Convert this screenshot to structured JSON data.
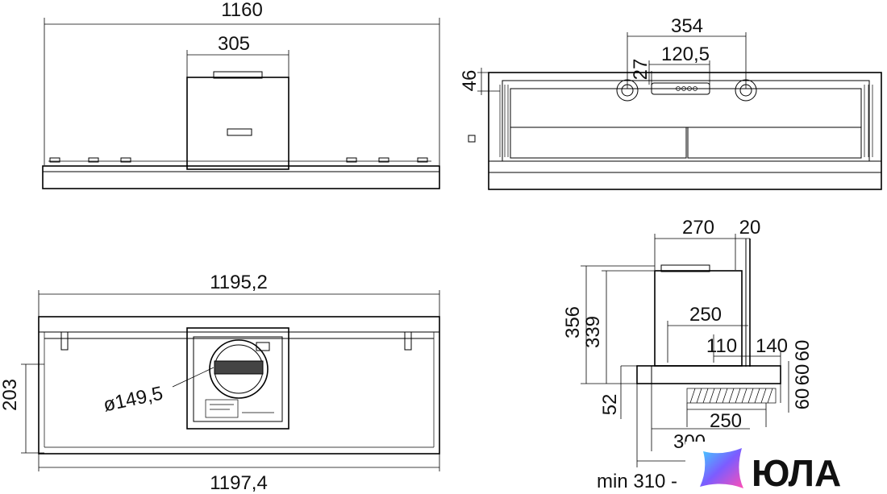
{
  "top_view": {
    "width_overall": "1160",
    "width_motor": "305"
  },
  "front_view": {
    "width_inner": "354",
    "width_control": "120,5",
    "height_left": "46",
    "height_control": "27"
  },
  "bottom_view": {
    "width_top": "1195,2",
    "width_bottom": "1197,4",
    "duct_diameter": "ø149,5",
    "height_side": "203"
  },
  "side_view": {
    "depth_motor": "270",
    "depth_front": "20",
    "height_total": "356",
    "height_body": "339",
    "depth_250_upper": "250",
    "dim_110": "110",
    "dim_140": "140",
    "height_60_a": "60",
    "height_60_b": "60",
    "height_60_c": "60",
    "height_52": "52",
    "depth_250_lower": "250",
    "depth_300": "300",
    "min_cabinet": "min 310 -"
  },
  "watermark": {
    "brand": "ЮЛА",
    "colors": [
      "#7c5cff",
      "#ff4fb5",
      "#3fd3ff"
    ]
  }
}
